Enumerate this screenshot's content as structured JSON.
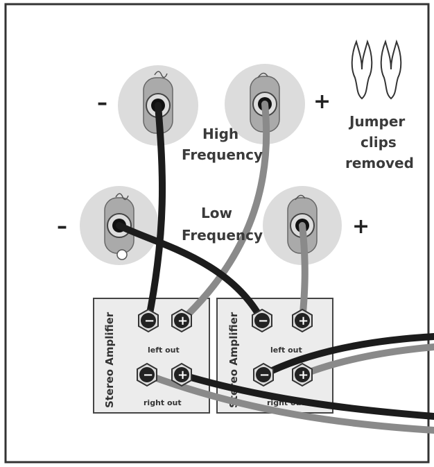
{
  "labels": {
    "high_frequency_line1": "High",
    "high_frequency_line2": "Frequency",
    "low_frequency_line1": "Low",
    "low_frequency_line2": "Frequency",
    "jumper_line1": "Jumper",
    "jumper_line2": "clips",
    "jumper_line3": "removed",
    "minus": "–",
    "plus": "+",
    "minus_low": "–",
    "plus_low": "+"
  },
  "amplifiers": [
    {
      "vertical_label": "Stereo Amplifier",
      "left_out": "left out",
      "right_out": "right out"
    },
    {
      "vertical_label": "Stereo Amplifier",
      "left_out": "left out",
      "right_out": "right out"
    }
  ],
  "terminal_signs": {
    "negative": "−",
    "positive": "+"
  },
  "colors": {
    "frame": "#333333",
    "post_face": "#dcdcdc",
    "cable_black": "#1c1c1c",
    "cable_gray": "#8a8a8a",
    "panel": "#ececec"
  }
}
